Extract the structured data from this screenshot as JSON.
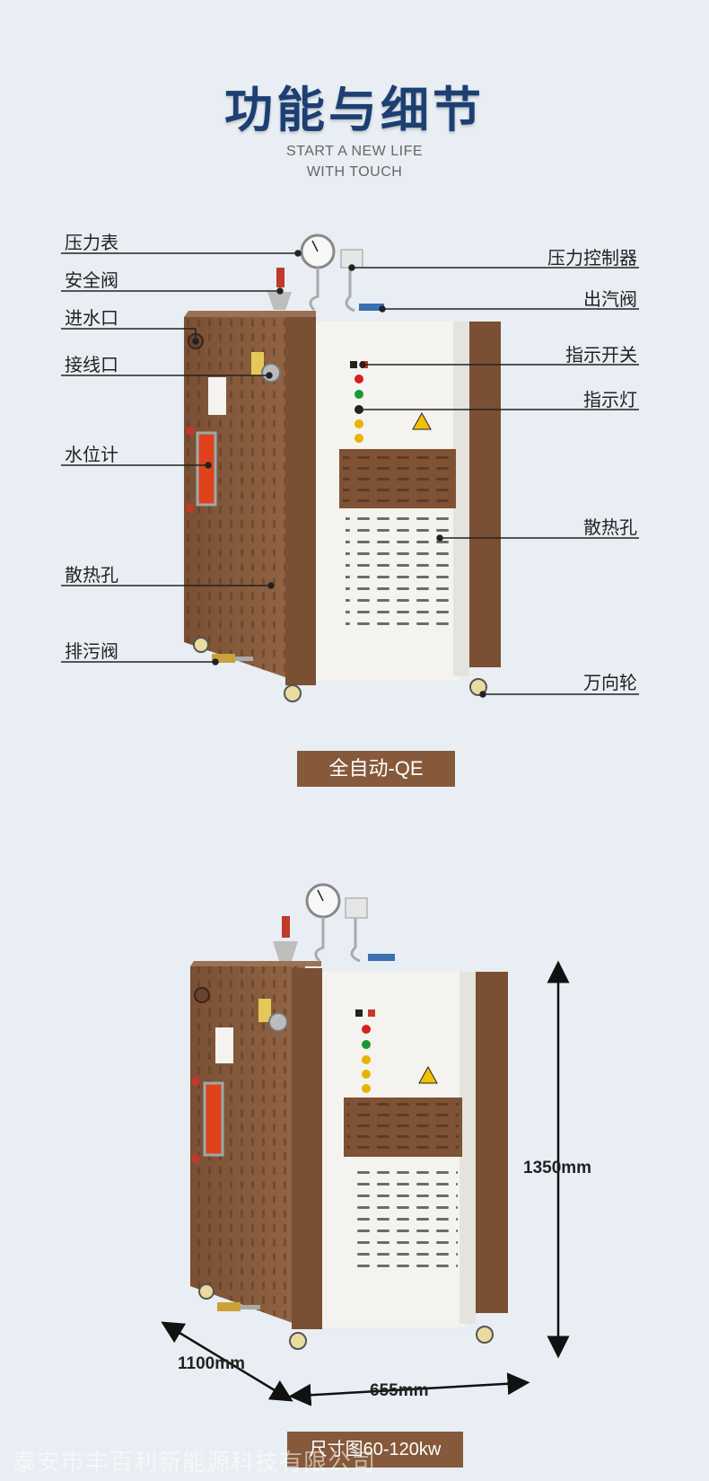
{
  "header": {
    "title": "功能与细节",
    "subtitle_line1": "START A NEW LIFE",
    "subtitle_line2": "WITH TOUCH"
  },
  "labels_left": [
    "压力表",
    "安全阀",
    "进水口",
    "接线口",
    "水位计",
    "散热孔",
    "排污阀"
  ],
  "labels_right": [
    "压力控制器",
    "出汽阀",
    "指示开关",
    "指示灯",
    "散热孔",
    "万向轮"
  ],
  "model_badge": "全自动-QE",
  "dimensions": {
    "height": "1350mm",
    "depth": "1100mm",
    "width": "655mm"
  },
  "size_badge": "尺寸图60-120kw",
  "watermark": "泰安市丰百利新能源科技有限公司",
  "colors": {
    "title": "#1d3f73",
    "cabinet_brown": "#85593a",
    "panel_white": "#f4f3ef",
    "background": "#e8eef3"
  }
}
